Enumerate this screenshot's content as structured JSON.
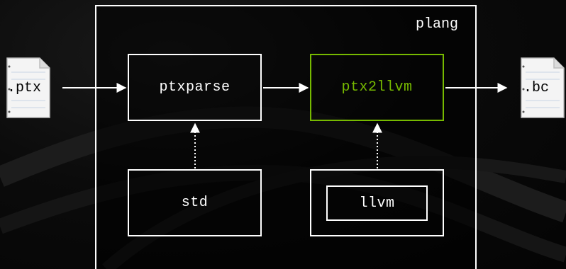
{
  "container": {
    "label": "plang"
  },
  "nodes": {
    "ptxparse": "ptxparse",
    "ptx2llvm": "ptx2llvm",
    "std": "std",
    "llvm": "llvm"
  },
  "files": {
    "input": ".ptx",
    "output": ".bc"
  },
  "colors": {
    "accent": "#76b900",
    "stroke": "#ffffff",
    "background": "#050505"
  }
}
